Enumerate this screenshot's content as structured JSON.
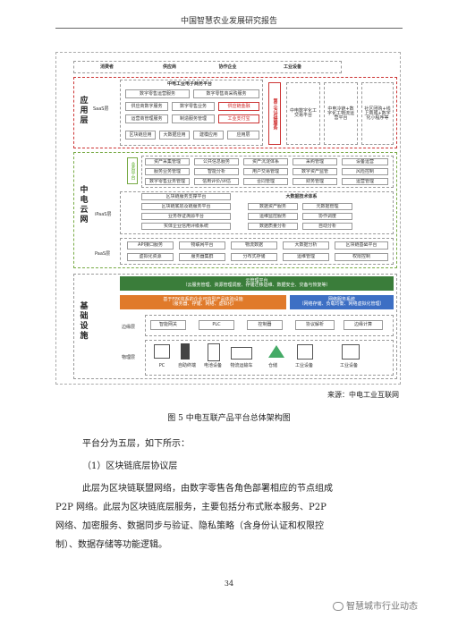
{
  "header": {
    "title": "中国智慧农业发展研究报告"
  },
  "figure": {
    "top_boxes": [
      "消费者",
      "供应商",
      "协作企业",
      "工业设备"
    ],
    "app": {
      "label": "应用层",
      "saas": {
        "label": "SaaS层",
        "platform": "中电工业电子商务平台",
        "rows": [
          [
            "数字零售运营服务",
            "数字零售商采购服务"
          ],
          [
            "供应商数字服务",
            "数字零售业务",
            "供应链金融"
          ],
          [
            "运营商管理服务",
            "制造服务管理",
            "工业支付宝"
          ],
          [
            "区块链应用",
            "大数据应用",
            "建模应用",
            "应用层"
          ]
        ]
      },
      "third_party": "第三方对接服务",
      "side_apps": [
        "中电数字化工交易平台",
        "中电冷链+数字化工物流运营平台",
        "社区团购+线上商城+数字化小程序等"
      ]
    },
    "cloud": {
      "label": "中电云网",
      "paas_business": {
        "label": "业务平台",
        "rows": [
          [
            "资产采集管理",
            "公共信息服务",
            "资产沉淀体系",
            "采购管理",
            "设备运营"
          ],
          [
            "服务业务管理",
            "智能分析",
            "用户交易管理",
            "数字资产监管",
            "风险控制"
          ],
          [
            "数字零售业务管理",
            "信用评价/评估",
            "合同管理",
            "财务管理",
            "运营管理"
          ]
        ]
      },
      "ipaas": {
        "label": "iPaaS层",
        "left": [
          "区块链服务支撑平台",
          "区块链底层及链服务平台",
          "业务存证溯源平台",
          "实体企业信用评级系统"
        ],
        "right_title": "大数据技术体系",
        "right": [
          [
            "数据资产服务",
            "元数据管理"
          ],
          [
            "运维监控服务",
            "协作调度"
          ],
          [
            "数据质量分析",
            "自动分析"
          ]
        ]
      },
      "paas": {
        "label": "PaaS层",
        "rows": [
          [
            "API接口服务",
            "物联网平台",
            "物流数据",
            "大数据分析",
            "区块链基础平台"
          ],
          [
            "虚拟化资源",
            "服务器集群",
            "分布式存储",
            "运维管理",
            "权限控制"
          ]
        ]
      }
    },
    "infra": {
      "label": "基础设施",
      "cloud_platform": {
        "title": "云管理平台",
        "sub": "（云服务管理、资源管理调度、存储迁移运维、数据安全、灾备与恢复等）"
      },
      "left_bar": {
        "title": "基于FPK体系的企业可信型产品体验设施",
        "sub": "（服务器、存储、网络、虚拟化）"
      },
      "right_bar": {
        "title": "网络服务系统",
        "sub": "（网络存储、负载均衡、网络虚拟化管理）"
      },
      "edge": {
        "label": "边缘层",
        "items": [
          "智能网关",
          "PLC",
          "控制器",
          "协议解析",
          "边缘计算"
        ]
      },
      "physical": {
        "label": "物理层",
        "items": [
          "PC",
          "自助终端",
          "电池设备",
          "物流运输车",
          "仓储",
          "工业设备",
          "工业设备"
        ]
      }
    }
  },
  "source": "来源：中电工业互联网",
  "caption": "图 5  中电互联产品平台总体架构图",
  "paragraphs": [
    "平台分为五层，如下所示：",
    "（1）区块链底层协议层",
    "此层为区块链联盟网络，由数字零售各角色部署相应的节点组成",
    "P2P 网络。此层为区块链底层服务，主要包括分布式账本服务、P2P",
    "网络、加密服务、数据同步与验证、隐私策略（含身份认证和权限控",
    "制）、数据存储等功能逻辑。"
  ],
  "page_number": "34",
  "watermark": "智慧城市行业动态"
}
